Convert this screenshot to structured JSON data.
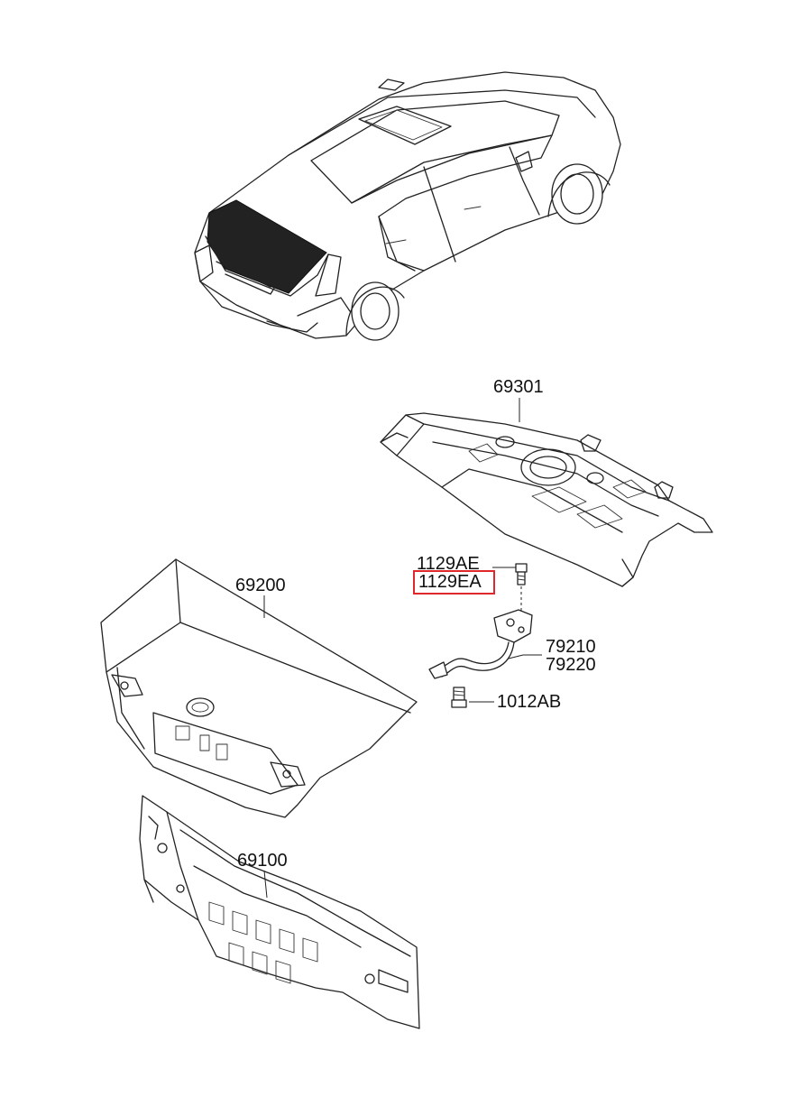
{
  "diagram": {
    "labels": {
      "p69301": "69301",
      "p1129AE": "1129AE",
      "p1129EA": "1129EA",
      "p69200": "69200",
      "p79210": "79210",
      "p79220": "79220",
      "p1012AB": "1012AB",
      "p69100": "69100"
    },
    "highlighted_part": "1129EA",
    "highlight_color": "#e0282c"
  }
}
